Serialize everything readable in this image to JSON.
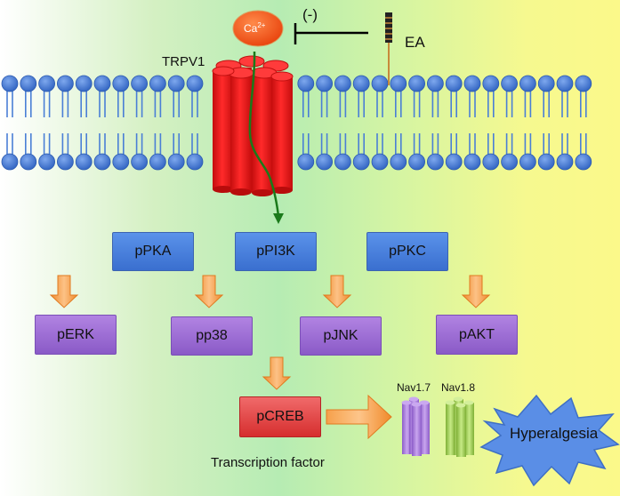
{
  "labels": {
    "calcium": "Ca",
    "calcium_charge": "2+",
    "inhibition": "(-)",
    "ea": "EA",
    "trpv1": "TRPV1",
    "transcription_factor": "Transcription factor",
    "nav17": "Nav1.7",
    "nav18": "Nav1.8",
    "hyperalgesia": "Hyperalgesia"
  },
  "kinases": [
    "pPKA",
    "pPI3K",
    "pPKC"
  ],
  "mapks": [
    "pERK",
    "pp38",
    "pJNK",
    "pAKT"
  ],
  "creb": "pCREB",
  "colors": {
    "blue_box": "#4a80e0",
    "purple_box": "#9b6cd6",
    "red_box": "#e84444",
    "arrow_orange": "#f7963a",
    "channel_red": "#ee1c1c",
    "membrane_head": "#4a7fd6",
    "star_blue": "#5a8ee6",
    "green_path": "#1a7a1a"
  }
}
